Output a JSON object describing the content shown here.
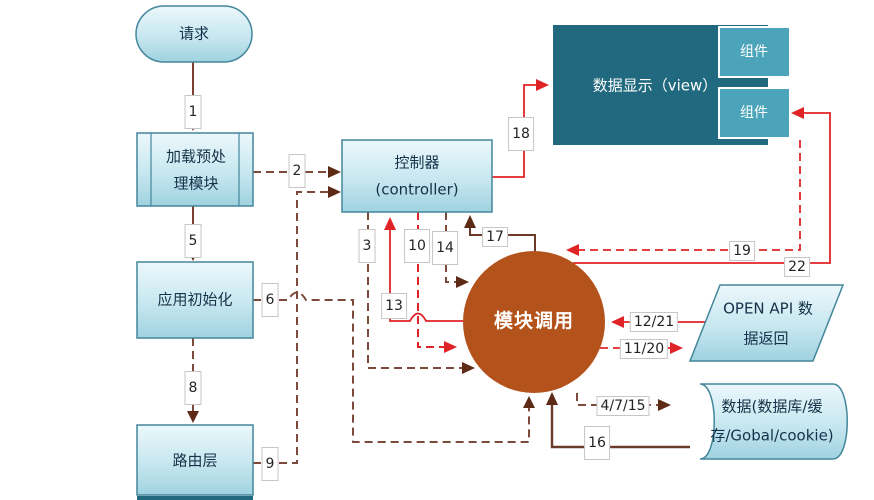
{
  "diagram": {
    "nodes": {
      "request": {
        "label": "请求"
      },
      "preprocess": {
        "line1": "加载预处",
        "line2": "理模块"
      },
      "init": {
        "label": "应用初始化"
      },
      "router": {
        "label": "路由层"
      },
      "controller": {
        "line1": "控制器",
        "line2": "(controller)"
      },
      "view": {
        "label": "数据显示（view）"
      },
      "component_top": {
        "label": "组件"
      },
      "component_bottom": {
        "label": "组件"
      },
      "module_call": {
        "label": "模块调用"
      },
      "open_api": {
        "line1": "OPEN API 数",
        "line2": "据返回"
      },
      "data_store": {
        "line1": "数据(数据库/缓",
        "line2": "存/Gobal/cookie)"
      }
    },
    "edge_labels": {
      "e1": "1",
      "e2": "2",
      "e3": "3",
      "e5": "5",
      "e6": "6",
      "e8": "8",
      "e9": "9",
      "e10": "10",
      "e13": "13",
      "e14": "14",
      "e16": "16",
      "e17": "17",
      "e18": "18",
      "e19": "19",
      "e22": "22",
      "e12_21": "12/21",
      "e11_20": "11/20",
      "e4_7_15": "4/7/15"
    },
    "edges": [
      {
        "label": "1",
        "from": "请求",
        "to": "加载预处理模块",
        "style": "solid-dark"
      },
      {
        "label": "2",
        "from": "加载预处理模块",
        "to": "控制器",
        "style": "dashed-dark"
      },
      {
        "label": "5",
        "from": "加载预处理模块",
        "to": "应用初始化",
        "style": "solid-dark"
      },
      {
        "label": "8",
        "from": "应用初始化",
        "to": "路由层",
        "style": "dashed-dark"
      },
      {
        "label": "9",
        "from": "路由层",
        "to": "控制器",
        "style": "dashed-dark"
      },
      {
        "label": "6",
        "from": "应用初始化",
        "to": "模块调用",
        "style": "dashed-dark"
      },
      {
        "label": "3",
        "from": "控制器",
        "to": "模块调用",
        "style": "dashed-dark"
      },
      {
        "label": "10",
        "from": "控制器",
        "to": "模块调用",
        "style": "dashed-red"
      },
      {
        "label": "13",
        "from": "模块调用",
        "to": "控制器",
        "style": "solid-red"
      },
      {
        "label": "14",
        "from": "控制器",
        "to": "模块调用",
        "style": "dashed-dark"
      },
      {
        "label": "17",
        "from": "模块调用",
        "to": "控制器",
        "style": "solid-dark"
      },
      {
        "label": "18",
        "from": "控制器",
        "to": "数据显示（view）",
        "style": "solid-red"
      },
      {
        "label": "19",
        "from": "组件",
        "to": "模块调用",
        "style": "dashed-red"
      },
      {
        "label": "22",
        "from": "模块调用",
        "to": "组件",
        "style": "solid-red"
      },
      {
        "label": "12/21",
        "from": "OPEN API 数据返回",
        "to": "模块调用",
        "style": "solid-red"
      },
      {
        "label": "11/20",
        "from": "模块调用",
        "to": "OPEN API 数据返回",
        "style": "dashed-red"
      },
      {
        "label": "4/7/15",
        "from": "模块调用",
        "to": "数据(数据库/缓存/Gobal/cookie)",
        "style": "dashed-dark"
      },
      {
        "label": "16",
        "from": "数据(数据库/缓存/Gobal/cookie)",
        "to": "模块调用",
        "style": "solid-dark"
      }
    ],
    "colors": {
      "node_border": "#44869b",
      "node_fill_top": "#ecf8fb",
      "node_fill_bottom": "#9fd2e0",
      "view_fill": "#20697e",
      "component_fill": "#4ba4ba",
      "circle_fill": "#b4521c",
      "red_line": "#e02327",
      "dark_line": "#7b4a3b",
      "dark_arrow": "#5d2a16",
      "label_text": "#242424"
    }
  }
}
